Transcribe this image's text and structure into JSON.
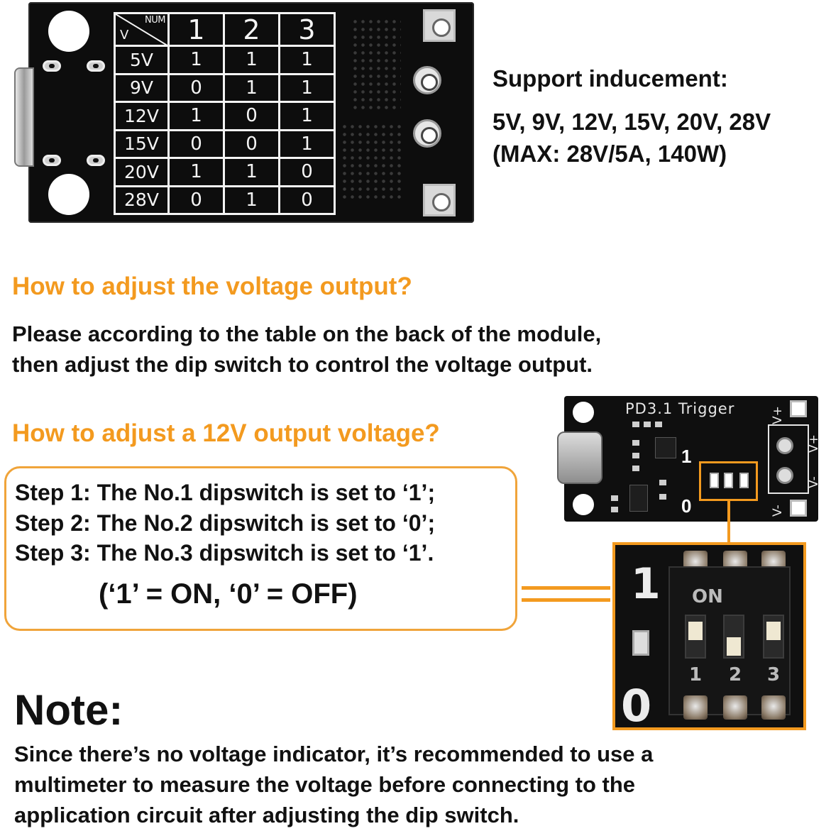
{
  "pcb_table": {
    "header": {
      "corner_v": "V",
      "corner_num": "NUM",
      "cols": [
        "1",
        "2",
        "3"
      ]
    },
    "rows": [
      {
        "v": "5V",
        "vals": [
          "1",
          "1",
          "1"
        ]
      },
      {
        "v": "9V",
        "vals": [
          "0",
          "1",
          "1"
        ]
      },
      {
        "v": "12V",
        "vals": [
          "1",
          "0",
          "1"
        ]
      },
      {
        "v": "15V",
        "vals": [
          "0",
          "0",
          "1"
        ]
      },
      {
        "v": "20V",
        "vals": [
          "1",
          "1",
          "0"
        ]
      },
      {
        "v": "28V",
        "vals": [
          "0",
          "1",
          "0"
        ]
      }
    ]
  },
  "support": {
    "title": "Support inducement:",
    "line1": "5V, 9V, 12V, 15V, 20V, 28V",
    "line2": "(MAX: 28V/5A, 140W)"
  },
  "adjust": {
    "heading": "How to adjust the voltage output?",
    "line1": "Please according to the table on the back of the module,",
    "line2": "then adjust the dip switch to control the voltage output."
  },
  "adjust12": {
    "heading": "How to adjust a 12V output voltage?",
    "step1": "Step 1: The No.1 dipswitch is set to ‘1’;",
    "step2": "Step 2: The No.2 dipswitch is set to ‘0’;",
    "step3": "Step 3: The No.3 dipswitch is set to ‘1’.",
    "legend": "(‘1’ = ON, ‘0’ = OFF)"
  },
  "board": {
    "title": "PD3.1  Trigger",
    "v_plus": "V+",
    "v_minus": "V-",
    "mark_1": "1",
    "mark_0": "0"
  },
  "zoom": {
    "on_label": "ON",
    "nums": [
      "1",
      "2",
      "3"
    ],
    "big1": "1",
    "big0": "0"
  },
  "note": {
    "title": "Note:",
    "line1": "Since there’s no voltage indicator, it’s recommended to use a",
    "line2": "multimeter to measure the voltage before connecting to the",
    "line3": "application circuit after adjusting the dip switch."
  },
  "colors": {
    "accent": "#f39a1f",
    "pcb": "#0d0d0d",
    "text": "#111111"
  }
}
